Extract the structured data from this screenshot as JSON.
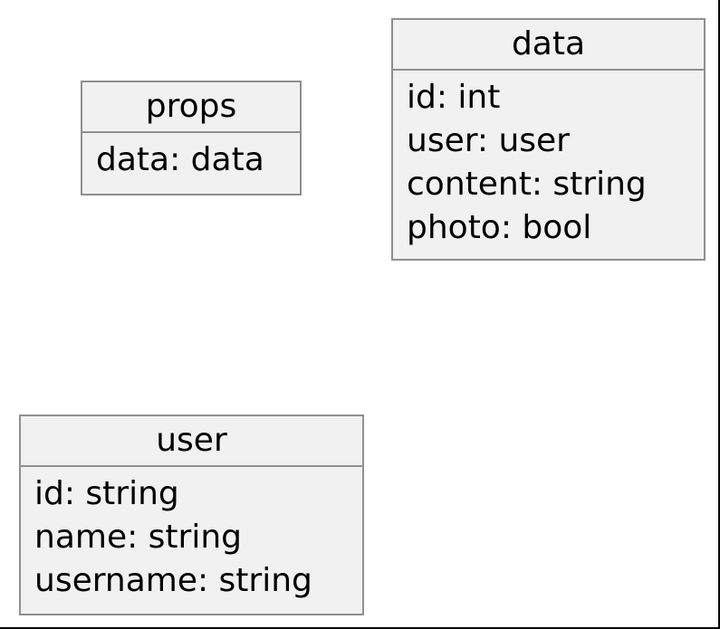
{
  "classes": {
    "props": {
      "name": "props",
      "attributes": [
        "data: data"
      ]
    },
    "data": {
      "name": "data",
      "attributes": [
        "id: int",
        "user: user",
        "content: string",
        "photo: bool"
      ]
    },
    "user": {
      "name": "user",
      "attributes": [
        "id: string",
        "name: string",
        "username: string"
      ]
    }
  },
  "colors": {
    "box_fill": "#f1f1f1",
    "box_border": "#8f8f8f",
    "frame": "#000000"
  }
}
